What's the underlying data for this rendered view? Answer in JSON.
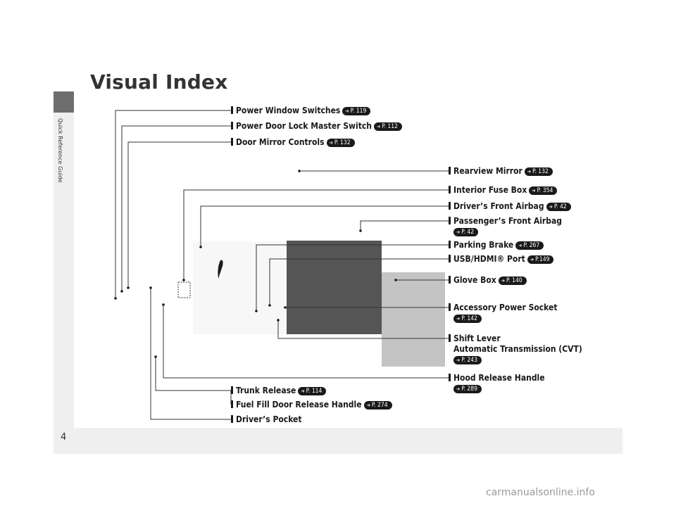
{
  "side_tab_label": "Quick Reference Guide",
  "page_number": "4",
  "title": "Visual Index",
  "labels": {
    "power_window_switches": {
      "text": "Power Window Switches",
      "ref": "P. 119"
    },
    "power_door_lock": {
      "text": "Power Door Lock Master Switch",
      "ref": "P. 112"
    },
    "door_mirror_controls": {
      "text": "Door Mirror Controls",
      "ref": "P. 132"
    },
    "rearview_mirror": {
      "text": "Rearview Mirror",
      "ref": "P. 132"
    },
    "interior_fuse_box": {
      "text": "Interior Fuse Box",
      "ref": "P. 354"
    },
    "drivers_front_airbag": {
      "text": "Driver’s Front Airbag",
      "ref": "P. 42"
    },
    "passengers_front_airbag": {
      "text": "Passenger’s Front Airbag",
      "ref": "P. 42"
    },
    "parking_brake": {
      "text": "Parking Brake",
      "ref": "P. 267"
    },
    "usb_hdmi_port": {
      "text": "USB/HDMI® Port",
      "ref": "P.149"
    },
    "glove_box": {
      "text": "Glove Box",
      "ref": "P. 140"
    },
    "accessory_power_socket": {
      "text": "Accessory Power Socket",
      "ref": "P. 142"
    },
    "shift_lever": {
      "text": "Shift Lever",
      "sub": "Automatic Transmission (CVT)",
      "ref": "P. 243"
    },
    "hood_release_handle": {
      "text": "Hood Release Handle",
      "ref": "P. 289"
    },
    "trunk_release": {
      "text": "Trunk Release",
      "ref": "P. 114"
    },
    "fuel_fill_door_release": {
      "text": "Fuel Fill Door Release Handle",
      "ref": "P. 274"
    },
    "drivers_pocket": {
      "text": "Driver’s Pocket"
    }
  },
  "watermark": "carmanualsonline.info"
}
